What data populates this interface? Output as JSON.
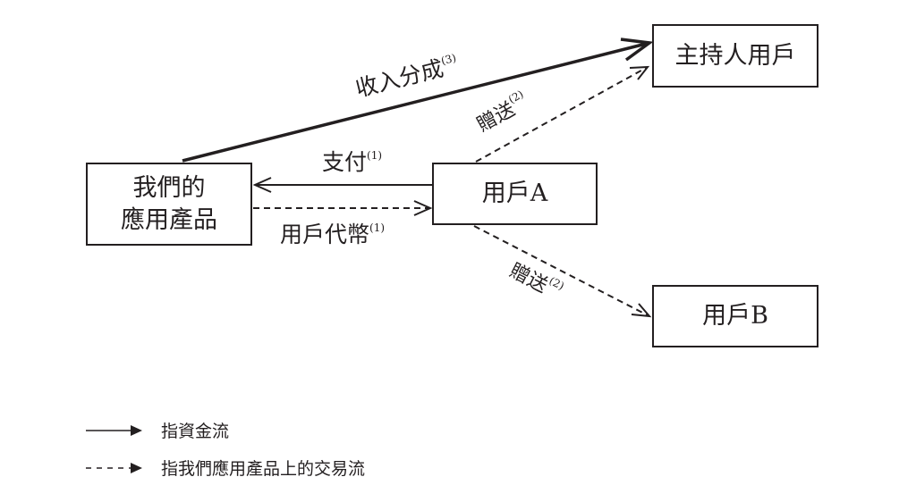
{
  "nodes": {
    "app": {
      "line1": "我們的",
      "line2": "應用產品"
    },
    "host": {
      "label": "主持人用戶"
    },
    "userA": {
      "label": "用戶A"
    },
    "userB": {
      "label": "用戶B"
    }
  },
  "edges": {
    "revenue_share": {
      "label": "收入分成",
      "note": "(3)",
      "from": "app",
      "to": "host",
      "style": "solid-thick"
    },
    "gift_host": {
      "label": "贈送",
      "note": "(2)",
      "from": "userA",
      "to": "host",
      "style": "dashed"
    },
    "payment": {
      "label": "支付",
      "note": "(1)",
      "from": "userA",
      "to": "app",
      "style": "solid"
    },
    "tokens": {
      "label": "用戶代幣",
      "note": "(1)",
      "from": "app",
      "to": "userA",
      "style": "dashed"
    },
    "gift_b": {
      "label": "贈送",
      "note": "(2)",
      "from": "userA",
      "to": "userB",
      "style": "dashed"
    }
  },
  "legend": [
    {
      "style": "solid",
      "label": "指資金流"
    },
    {
      "style": "dashed",
      "label": "指我們應用產品上的交易流"
    }
  ]
}
